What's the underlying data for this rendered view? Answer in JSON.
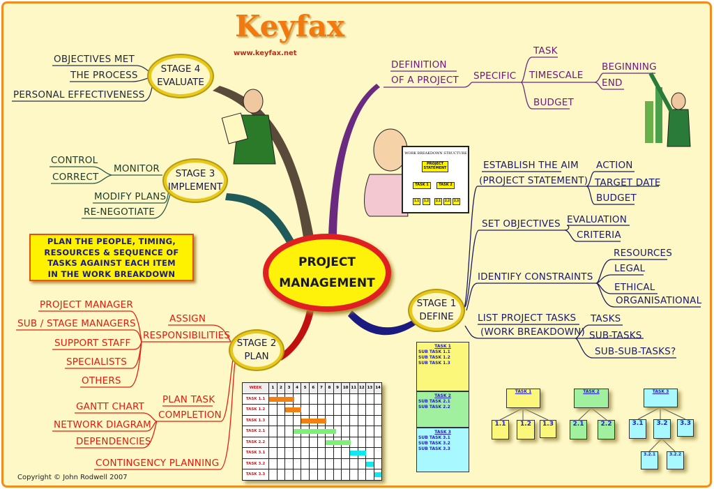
{
  "header": {
    "title": "Keyfax",
    "url": "www.keyfax.net"
  },
  "center": {
    "line1": "PROJECT",
    "line2": "MANAGEMENT"
  },
  "stage4": {
    "line1": "STAGE 4",
    "line2": "EVALUATE",
    "items": [
      "OBJECTIVES MET",
      "THE PROCESS",
      "PERSONAL EFFECTIVENESS"
    ]
  },
  "stage3": {
    "line1": "STAGE 3",
    "line2": "IMPLEMENT",
    "monitor": "MONITOR",
    "monitor_items": [
      "CONTROL",
      "CORRECT"
    ],
    "items": [
      "MODIFY PLANS",
      "RE-NEGOTIATE"
    ]
  },
  "stage2": {
    "line1": "STAGE 2",
    "line2": "PLAN",
    "assign": [
      "ASSIGN",
      "RESPONSIBILITIES"
    ],
    "assign_items": [
      "PROJECT MANAGER",
      "SUB / STAGE MANAGERS",
      "SUPPORT STAFF",
      "SPECIALISTS",
      "OTHERS"
    ],
    "plan": [
      "PLAN TASK",
      "COMPLETION"
    ],
    "plan_items": [
      "GANTT CHART",
      "NETWORK DIAGRAM",
      "DEPENDENCIES"
    ],
    "contingency": "CONTINGENCY PLANNING"
  },
  "definition": {
    "line1": "DEFINITION",
    "line2": "OF A PROJECT",
    "specific": "SPECIFIC",
    "task": "TASK",
    "timescale": "TIMESCALE",
    "timescale_items": [
      "BEGINNING",
      "END"
    ],
    "budget": "BUDGET"
  },
  "stage1": {
    "line1": "STAGE 1",
    "line2": "DEFINE",
    "aim": [
      "ESTABLISH THE AIM",
      "(PROJECT STATEMENT)"
    ],
    "aim_items": [
      "ACTION",
      "TARGET DATE",
      "BUDGET"
    ],
    "objectives": "SET OBJECTIVES",
    "objectives_items": [
      "EVALUATION",
      "CRITERIA"
    ],
    "constraints": "IDENTIFY CONSTRAINTS",
    "constraints_items": [
      "RESOURCES",
      "LEGAL",
      "ETHICAL",
      "ORGANISATIONAL"
    ],
    "tasks": [
      "LIST PROJECT TASKS",
      "(WORK BREAKDOWN)"
    ],
    "tasks_items": [
      "TASKS",
      "SUB-TASKS",
      "SUB-SUB-TASKS?"
    ]
  },
  "note": {
    "lines": [
      "PLAN THE PEOPLE, TIMING,",
      "RESOURCES & SEQUENCE OF",
      "TASKS AGAINST EACH ITEM",
      "IN THE WORK BREAKDOWN"
    ]
  },
  "whiteboard": {
    "title": "WORK BREAKDOWN STRUCTURE",
    "root": "PROJECT STATEMENT",
    "tasks": [
      "TASK 1",
      "TASK 2"
    ],
    "leaves": [
      "1.1",
      "1.2",
      "2.1",
      "2.2",
      "2.3"
    ]
  },
  "gantt": {
    "header": "WEEK",
    "weeks": [
      1,
      2,
      3,
      4,
      5,
      6,
      7,
      8,
      9,
      10,
      11,
      12,
      13,
      14
    ],
    "rows": [
      {
        "task": "TASK 1.1",
        "start": 1,
        "end": 3,
        "color": "#f08010"
      },
      {
        "task": "TASK 1.2",
        "start": 3,
        "end": 4,
        "color": "#f08010"
      },
      {
        "task": "TASK 1.3",
        "start": 5,
        "end": 7,
        "color": "#f08010"
      },
      {
        "task": "TASK 2.1",
        "start": 4,
        "end": 8,
        "color": "#7ef07a"
      },
      {
        "task": "TASK 2.2",
        "start": 8,
        "end": 10,
        "color": "#7ef07a"
      },
      {
        "task": "TASK 3.1",
        "start": 11,
        "end": 12,
        "color": "#10e8f0"
      },
      {
        "task": "TASK 3.2",
        "start": 13,
        "end": 13,
        "color": "#10e8f0"
      },
      {
        "task": "TASK 3.3",
        "start": 14,
        "end": 14,
        "color": "#10e8f0"
      }
    ]
  },
  "task_list": [
    {
      "title": "TASK 1",
      "subs": [
        "SUB TASK 1.1",
        "SUB TASK 1.2",
        "SUB TASK 1.3"
      ],
      "color": "#fbf77a"
    },
    {
      "title": "TASK 2",
      "subs": [
        "SUB TASK 2.1",
        "SUB TASK 2.2"
      ],
      "color": "#a0f0a0"
    },
    {
      "title": "TASK 3",
      "subs": [
        "SUB TASK 3.1",
        "SUB TASK 3.2",
        "SUB TASK 3.3"
      ],
      "color": "#a8f8ff"
    }
  ],
  "trees": {
    "t1": "TASK 1",
    "t1c": [
      "1.1",
      "1.2",
      "1.3"
    ],
    "t2": "TASK 2",
    "t2c": [
      "2.1",
      "2.2"
    ],
    "t3": "TASK 3",
    "t3c": [
      "3.1",
      "3.2",
      "3.3"
    ],
    "t32c": [
      "3.2.1",
      "3.2.2"
    ]
  },
  "colors": {
    "border": "#f28c1c",
    "background": "#fdf8c6",
    "center_fill": "#fff20a",
    "center_outline": "#e02020",
    "stage_ring": "#e8c81a"
  },
  "footer": {
    "copyright": "Copyright © John Rodwell 2007"
  }
}
